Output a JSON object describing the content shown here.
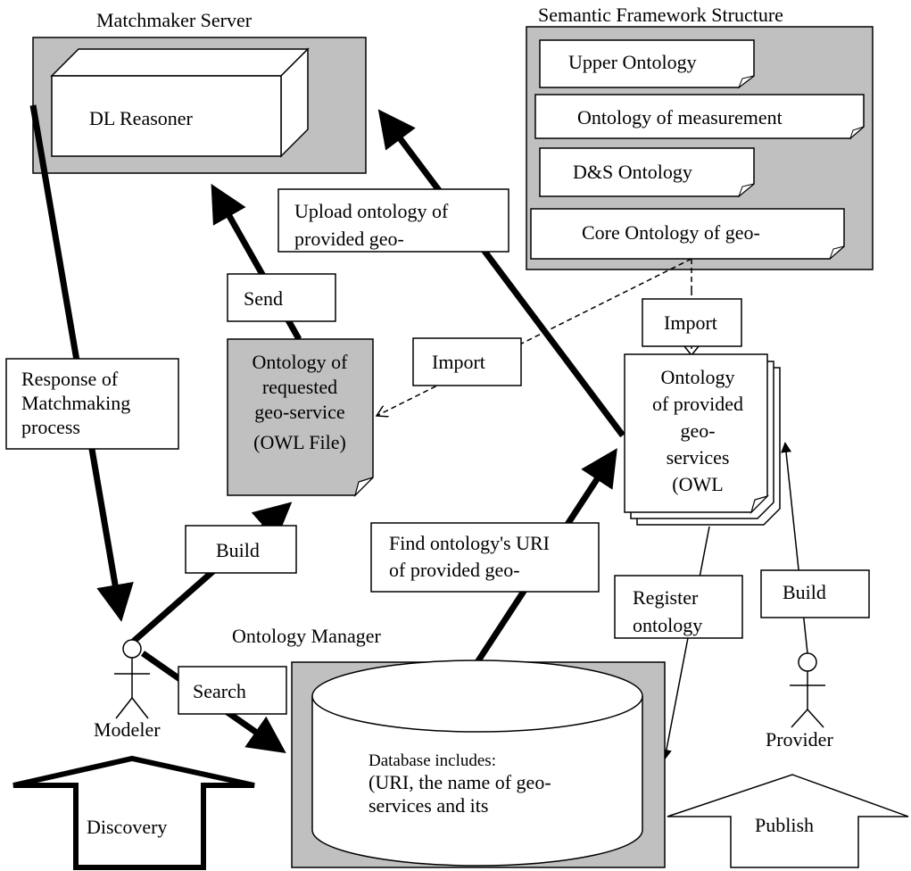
{
  "matchmaker": {
    "title": "Matchmaker Server",
    "reasoner": "DL Reasoner"
  },
  "semantic": {
    "title": "Semantic Framework Structure",
    "items": [
      "Upper Ontology",
      "Ontology of measurement",
      "D&S Ontology",
      "Core Ontology of geo-"
    ]
  },
  "labels": {
    "upload": [
      "Upload ontology of",
      "provided geo-"
    ],
    "send": "Send",
    "import_left": "Import",
    "import_right": "Import",
    "response": [
      "Response of",
      "Matchmaking",
      "process"
    ],
    "build_left": "Build",
    "find": [
      "Find ontology's URI",
      "of provided geo-"
    ],
    "register": [
      "Register",
      "ontology"
    ],
    "build_right": "Build",
    "search": "Search"
  },
  "requested": [
    "Ontology of",
    "requested",
    "geo-service",
    "(OWL File)"
  ],
  "provided": [
    "Ontology",
    "of provided",
    "geo-",
    "services",
    "(OWL"
  ],
  "manager": {
    "title": "Ontology Manager",
    "db": [
      "Database includes:",
      "(URI, the name of geo-",
      "services and its"
    ]
  },
  "actors": {
    "modeler": "Modeler",
    "provider": "Provider"
  },
  "big_arrows": {
    "discovery": "Discovery",
    "publish": "Publish"
  }
}
